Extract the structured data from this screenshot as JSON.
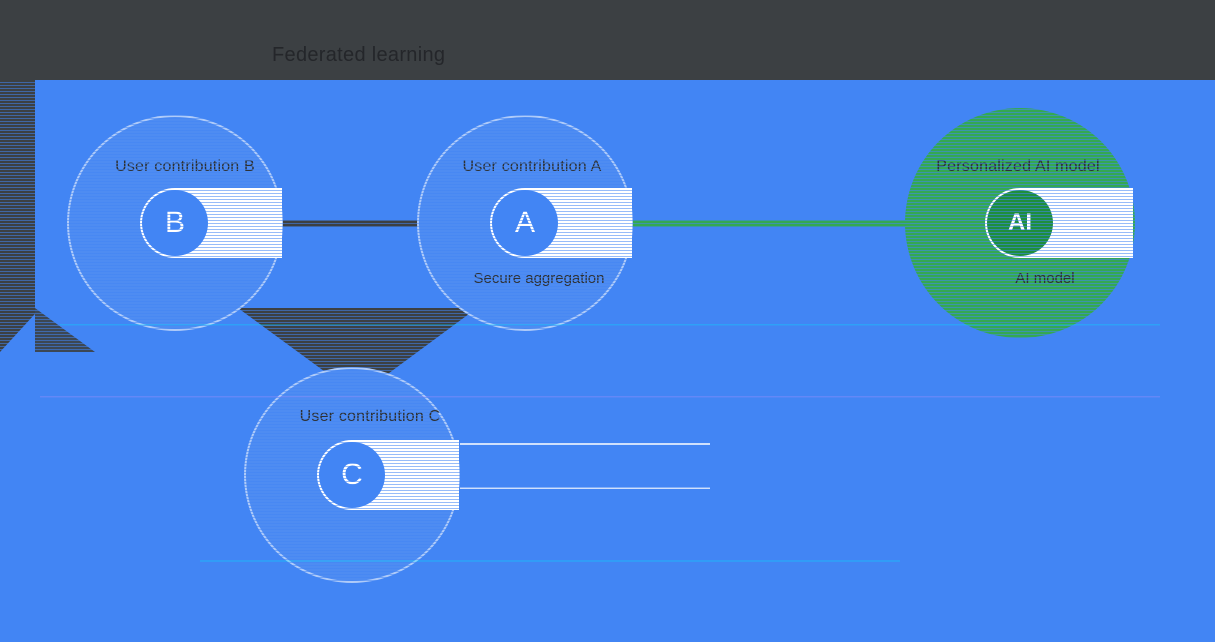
{
  "header": {
    "title": "Federated learning"
  },
  "diagram": {
    "nodes": [
      {
        "id": "b",
        "letter": "B",
        "label": "User contribution B"
      },
      {
        "id": "a",
        "letter": "A",
        "label": "User contribution A",
        "sublabel": "Secure aggregation"
      },
      {
        "id": "c",
        "letter": "C",
        "label": "User contribution C"
      },
      {
        "id": "ai",
        "letter": "AI",
        "label": "Personalized AI model",
        "sublabel": "AI model"
      }
    ],
    "colors": {
      "background_blue": "#4285F4",
      "dark_gray": "#3C4043",
      "green": "#34A853",
      "badge_blue": "#4285F4",
      "badge_green": "#1E8E3E",
      "white": "#FFFFFF"
    }
  }
}
